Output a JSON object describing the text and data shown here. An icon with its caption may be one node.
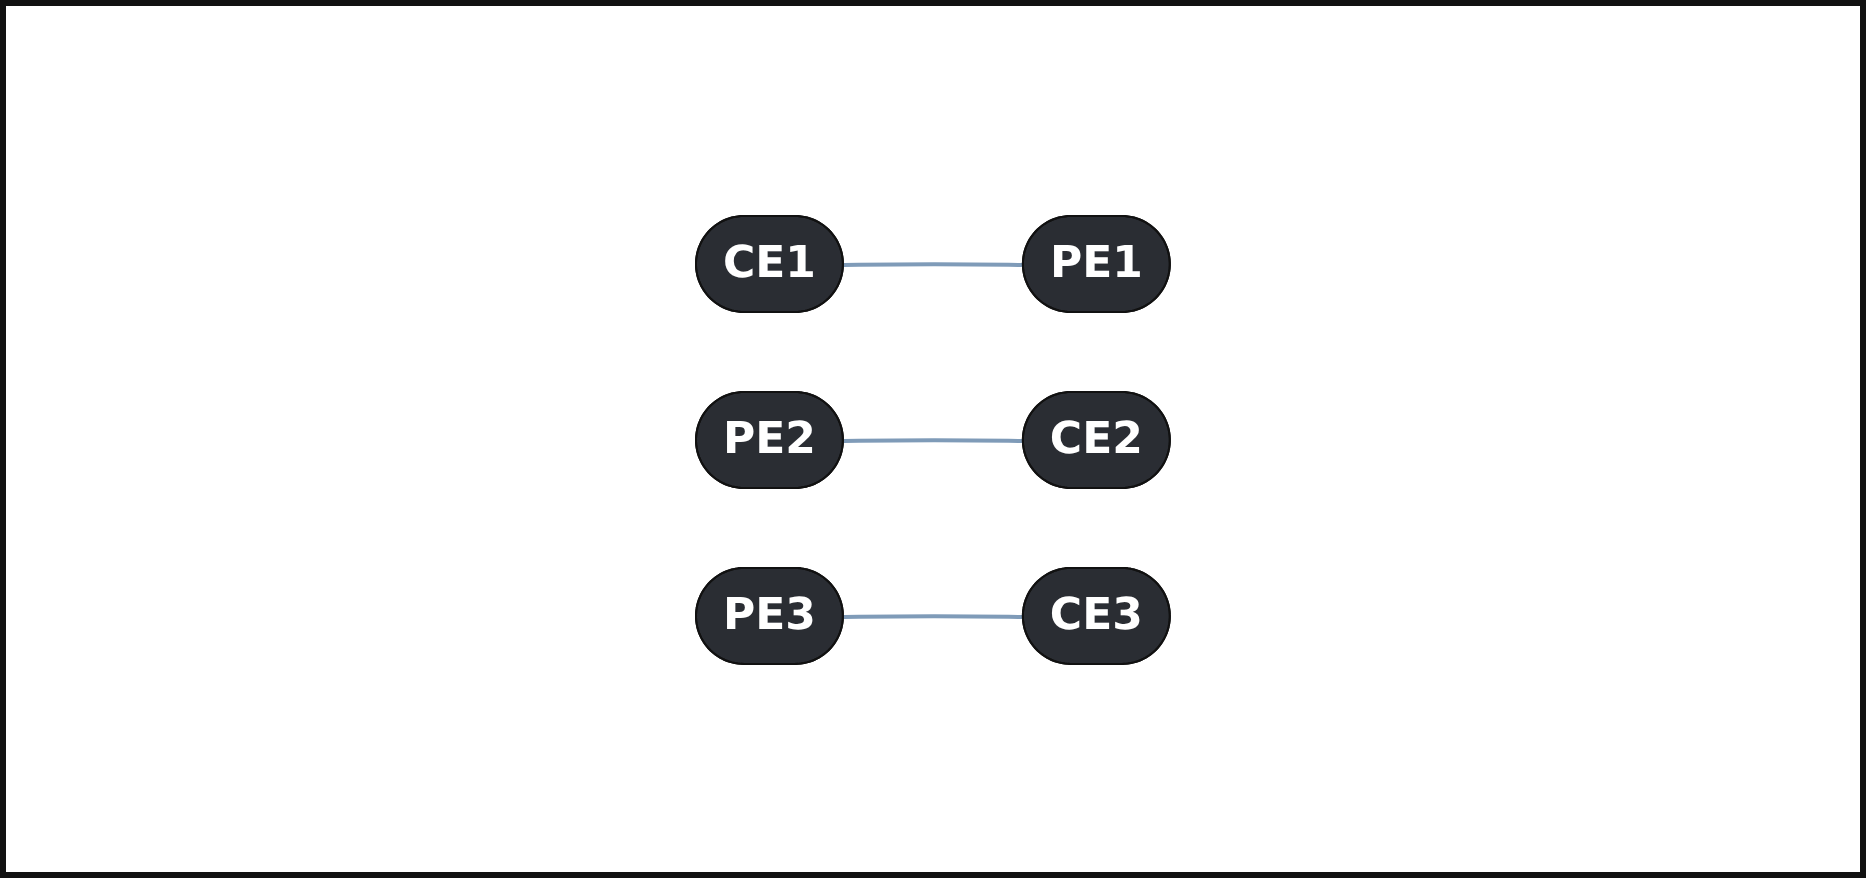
{
  "diagram": {
    "nodes": [
      {
        "text": [
          "CE1"
        ]
      },
      {
        "text": [
          "PE1"
        ]
      },
      {
        "text": [
          "PE2"
        ]
      },
      {
        "text": [
          "CE2"
        ]
      },
      {
        "text": [
          "PE3"
        ]
      },
      {
        "text": [
          "CE3"
        ]
      }
    ],
    "edges": [
      {
        "from": 0,
        "to": 1,
        "arrow": "none"
      },
      {
        "from": 2,
        "to": 3,
        "arrow": "none"
      },
      {
        "from": 4,
        "to": 5,
        "arrow": "none"
      }
    ]
  }
}
